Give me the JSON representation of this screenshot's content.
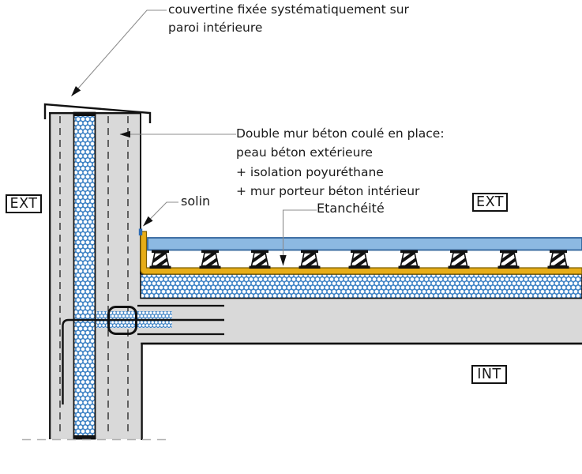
{
  "annotations": {
    "couvertine": "couvertine fixée systématiquement sur\nparoi intérieure",
    "double_mur": "Double mur béton coulé en place:\npeau béton extérieure\n+ isolation poyuréthane\n+ mur porteur béton intérieur",
    "solin": "solin",
    "etancheite": "Etanchéité"
  },
  "zone_labels": {
    "ext_left": "EXT",
    "ext_right": "EXT",
    "int": "INT"
  },
  "colors": {
    "concrete_gray": "#d9d9d9",
    "insulation_blue": "#3a80c4",
    "paving_blue": "#8cb9e2",
    "paving_border": "#31649c",
    "membrane_yellow": "#e7ad18",
    "membrane_border": "#7d5f00",
    "solin_cap_blue": "#2d6cb5",
    "line_black": "#111111",
    "leader_gray": "#8c8c8c"
  }
}
